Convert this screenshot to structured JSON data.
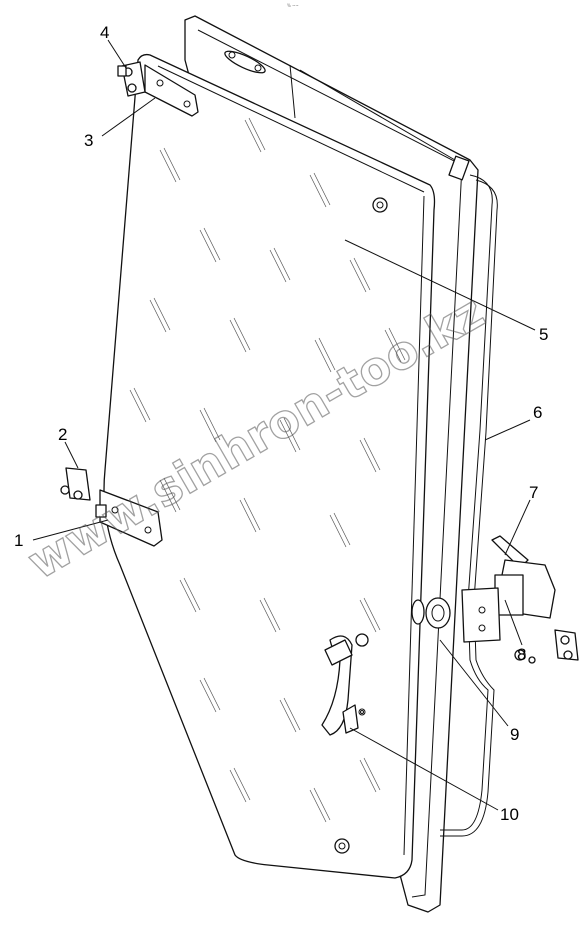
{
  "header_mark": "% ~~",
  "watermark": "www.sinhron-too.kz",
  "callouts": [
    {
      "label": "1"
    },
    {
      "label": "2"
    },
    {
      "label": "3"
    },
    {
      "label": "4"
    },
    {
      "label": "5"
    },
    {
      "label": "6"
    },
    {
      "label": "7"
    },
    {
      "label": "8"
    },
    {
      "label": "9"
    },
    {
      "label": "10"
    }
  ],
  "colors": {
    "line": "#111111",
    "background": "#ffffff",
    "watermark": "#555555"
  }
}
